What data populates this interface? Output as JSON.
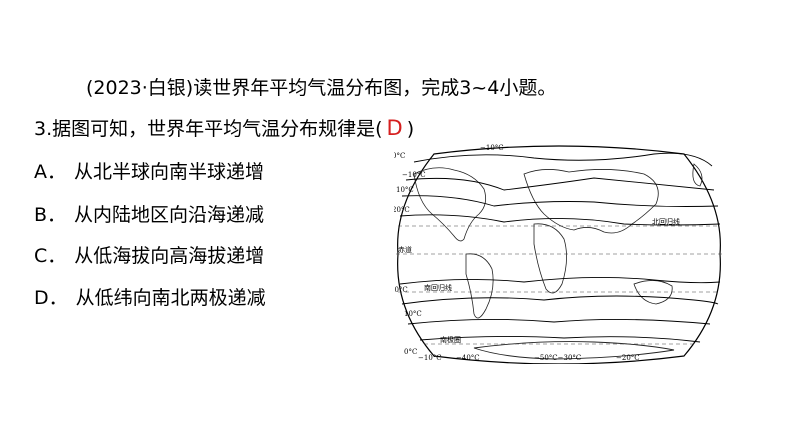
{
  "intro": "(2023·白银)读世界年平均气温分布图，完成3~4小题。",
  "question": {
    "stem": "3.据图可知，世界年平均气温分布规律是(",
    "answer": "D",
    "close": ")"
  },
  "options": [
    {
      "letter": "A．",
      "text": "从北半球向南半球递增"
    },
    {
      "letter": "B．",
      "text": "从内陆地区向沿海递减"
    },
    {
      "letter": "C．",
      "text": "从低海拔向高海拔递增"
    },
    {
      "letter": "D．",
      "text": "从低纬向南北两极递减"
    }
  ],
  "map": {
    "labels": {
      "top_minus10": "−10°C",
      "left_0": "0°C",
      "left_n10": "−10°C",
      "left_10": "10°C",
      "left_20": "20°C",
      "equator": "赤道",
      "tropic_cancer": "北回归线",
      "tropic_capricorn": "南回归线",
      "left_20s": "20°C",
      "left_10s": "10°C",
      "antarctic_circle": "南极圈",
      "bottom_0": "0°C",
      "bottom_m10": "−10°C",
      "bottom_m40": "−40°C",
      "bottom_m50": "−50°C−30°C",
      "bottom_m20": "−20°C"
    }
  }
}
